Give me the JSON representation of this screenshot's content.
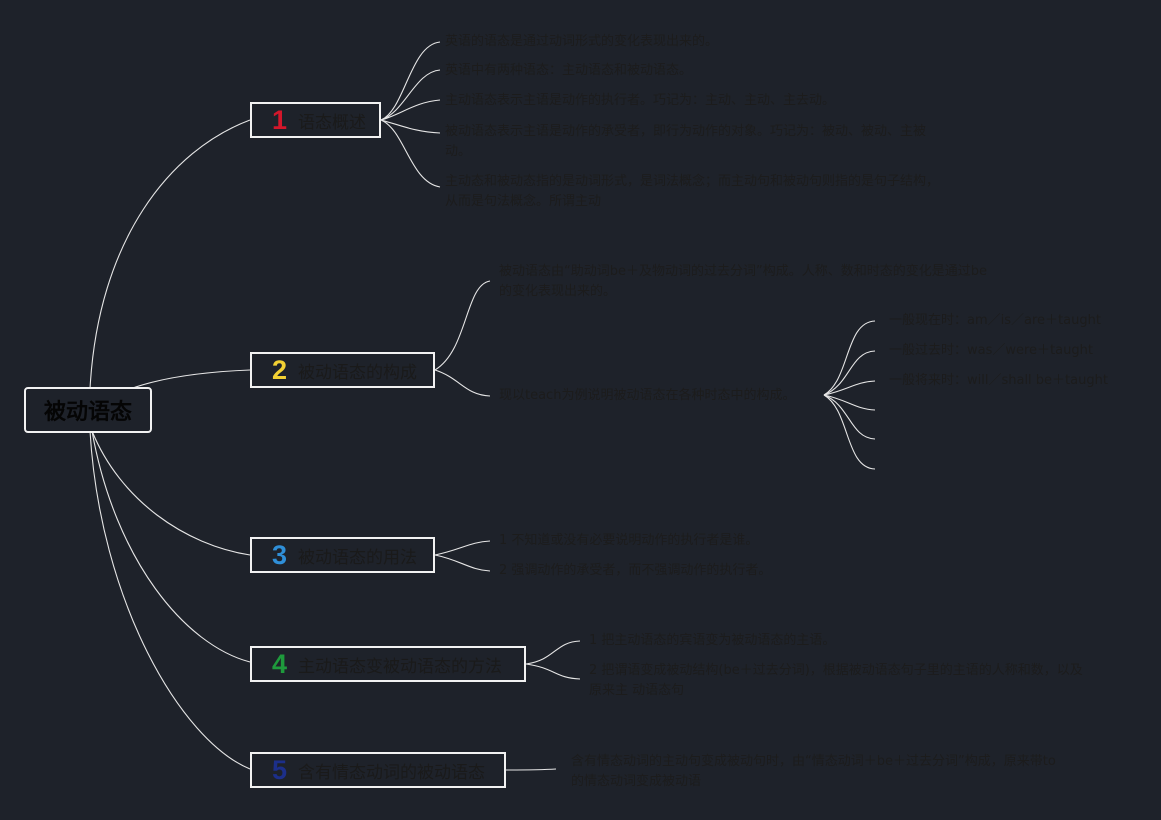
{
  "root": {
    "label": "被动语态"
  },
  "branches": [
    {
      "num": "1",
      "num_color": "#d4172b",
      "label": "语态概述",
      "items": [
        "英语的语态是通过动词形式的变化表现出来的。",
        "英语中有两种语态：主动语态和被动语态。",
        "主动语态表示主语是动作的执行者。巧记为：主动、主动、主去动。",
        "被动语态表示主语是动作的承受者，即行为动作的对象。巧记为：被动、被动、主被动。",
        "主动态和被动态指的是动词形式，是词法概念；而主动句和被动句则指的是句子结构，从而是句法概念。所谓主动"
      ]
    },
    {
      "num": "2",
      "num_color": "#f2d033",
      "label": "被动语态的构成",
      "items": [
        "被动语态由“助动词be＋及物动词的过去分词”构成。人称、数和时态的变化是通过be的变化表现出来的。",
        "现以teach为例说明被动语态在各种时态中的构成。"
      ],
      "subitems": [
        "一般现在时：am／is／are＋taught",
        "一般过去时：was／were＋taught",
        "一般将来时：will／shall be＋taught"
      ]
    },
    {
      "num": "3",
      "num_color": "#2f8fd8",
      "label": "被动语态的用法",
      "items": [
        "1 不知道或没有必要说明动作的执行者是谁。",
        "2 强调动作的承受者，而不强调动作的执行者。"
      ]
    },
    {
      "num": "4",
      "num_color": "#1e9a3c",
      "label": "主动语态变被动语态的方法",
      "items": [
        "1 把主动语态的宾语变为被动语态的主语。",
        "2 把谓语变成被动结构(be＋过去分词)，根据被动语态句子里的主语的人称和数，以及原来主  动语态句"
      ]
    },
    {
      "num": "5",
      "num_color": "#1c2f8a",
      "label": "含有情态动词的被动语态",
      "items": [
        "含有情态动词的主动句变成被动句时，由“情态动词＋be＋过去分词”构成，原来带to的情态动词变成被动语"
      ]
    }
  ]
}
